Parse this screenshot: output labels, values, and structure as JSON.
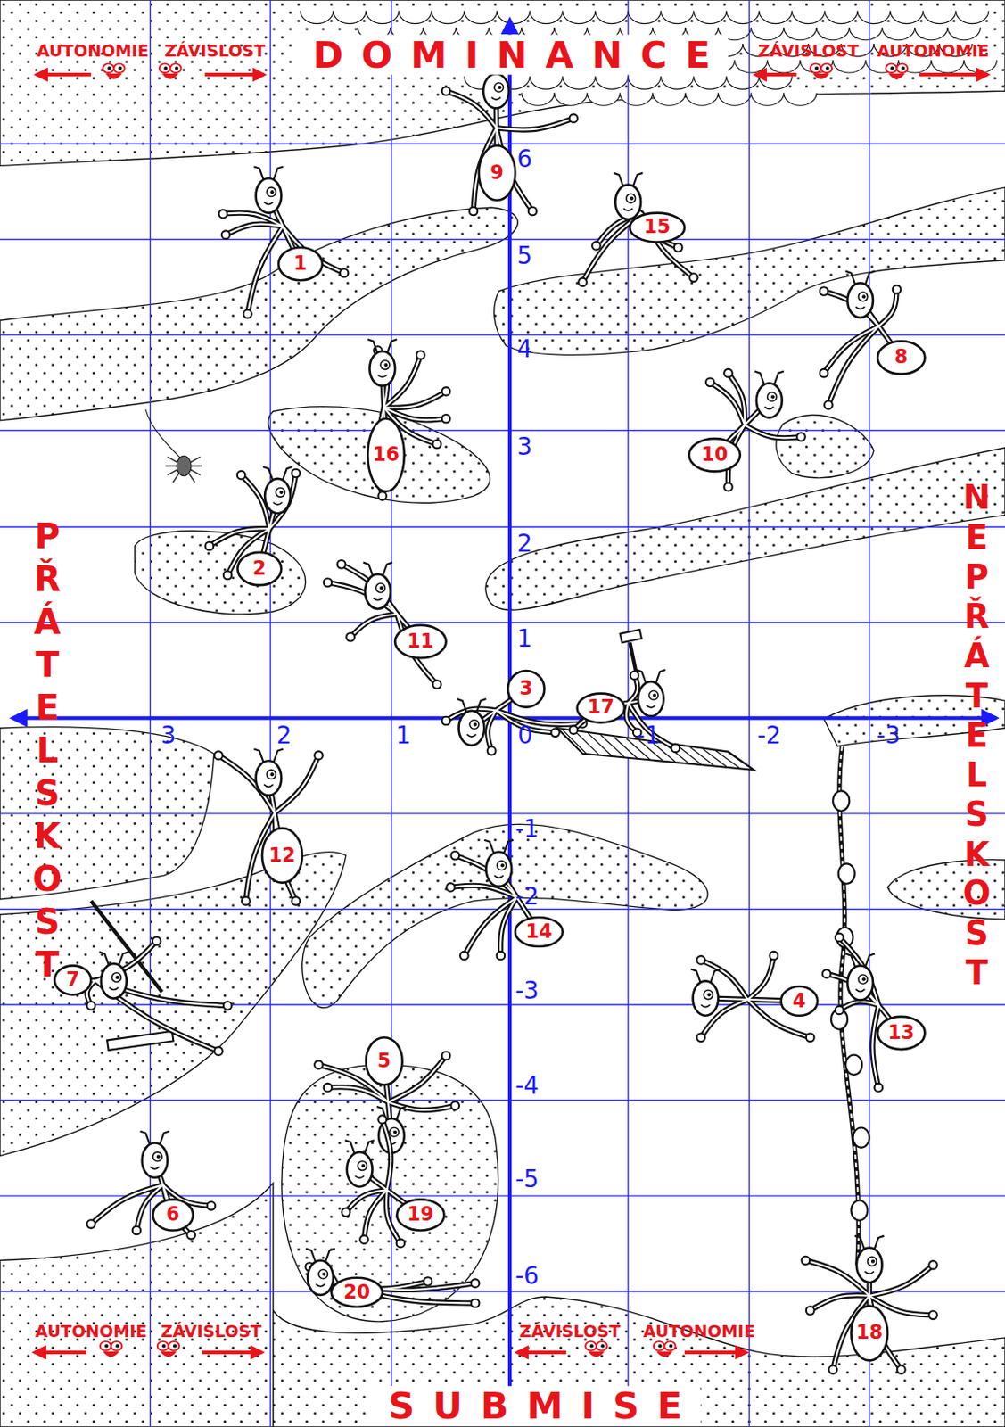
{
  "diagram": {
    "labels": [
      "AUTONOMIE",
      "ZÁVISLOST",
      "DOMINANCE",
      "ZÁVISLOST",
      "AUTONOMIE",
      "PŘÁTELSKOST",
      "NEPŘÁTELSKOST",
      "6",
      "5",
      "4",
      "3",
      "2",
      "1",
      "3",
      "2",
      "1",
      "0",
      "-1",
      "-2",
      "-3",
      "-1",
      "-2",
      "-3",
      "-4",
      "-5",
      "-6",
      "9",
      "1",
      "15",
      "8",
      "16",
      "10",
      "2",
      "11",
      "3",
      "17",
      "12",
      "14",
      "7",
      "4",
      "13",
      "5",
      "19",
      "6",
      "20",
      "18",
      "AUTONOMIE",
      "ZÁVISLOST",
      "ZÁVISLOST",
      "AUTONOMIE",
      "SUBMISE"
    ]
  }
}
